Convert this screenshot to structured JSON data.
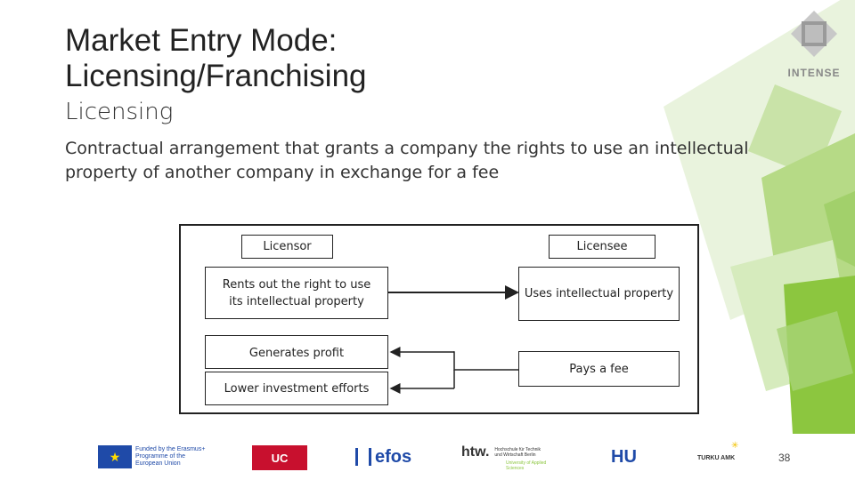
{
  "slide": {
    "title_line1": "Market Entry Mode:",
    "title_line2": "Licensing/Franchising",
    "subtitle": "Licensing",
    "body": "Contractual arrangement that grants a company the rights to use an intellectual property of another company in exchange for a fee",
    "page_number": "38"
  },
  "diagram": {
    "licensor_label": "Licensor",
    "licensee_label": "Licensee",
    "licensor_role": "Rents out the right to use its intellectual property",
    "licensee_role": "Uses intellectual property",
    "generates_profit": "Generates profit",
    "lower_investment": "Lower investment efforts",
    "pays_fee": "Pays a fee"
  },
  "brand": {
    "intense_logo_text": "INTENSE",
    "accent_color": "#8cc63f"
  },
  "footer_logos": {
    "eu_text": "Funded by the Erasmus+ Programme of the European Union",
    "uc_text": "UC",
    "efos_text": "efos",
    "htw_text": "htw.",
    "htw_subtext": "Hochschule für Technik und Wirtschaft Berlin",
    "htw_tagline": "University of Applied Sciences",
    "hu_text": "HU",
    "turku_text": "TURKU AMK"
  }
}
